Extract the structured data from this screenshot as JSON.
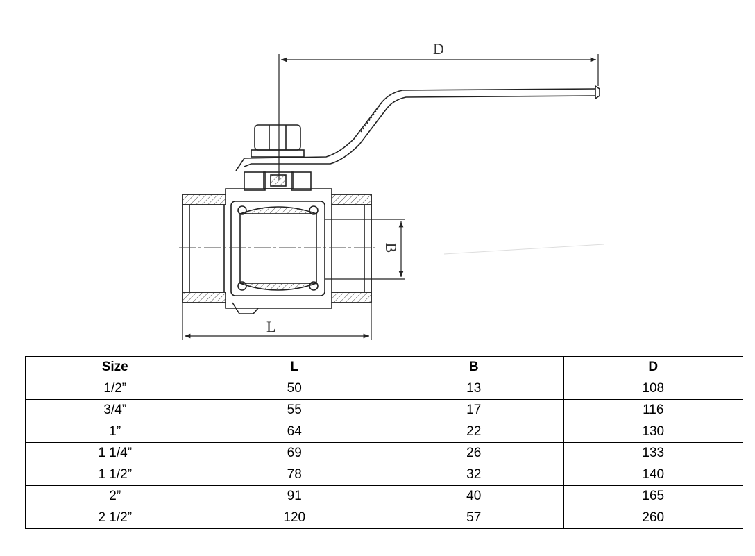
{
  "drawing": {
    "labels": {
      "d": "D",
      "b": "B",
      "l": "L"
    }
  },
  "table": {
    "headers": [
      "Size",
      "L",
      "B",
      "D"
    ],
    "rows": [
      [
        "1/2”",
        "50",
        "13",
        "108"
      ],
      [
        "3/4”",
        "55",
        "17",
        "116"
      ],
      [
        "1”",
        "64",
        "22",
        "130"
      ],
      [
        "1 1/4”",
        "69",
        "26",
        "133"
      ],
      [
        "1 1/2”",
        "78",
        "32",
        "140"
      ],
      [
        "2”",
        "91",
        "40",
        "165"
      ],
      [
        "2 1/2”",
        "120",
        "57",
        "260"
      ]
    ]
  }
}
